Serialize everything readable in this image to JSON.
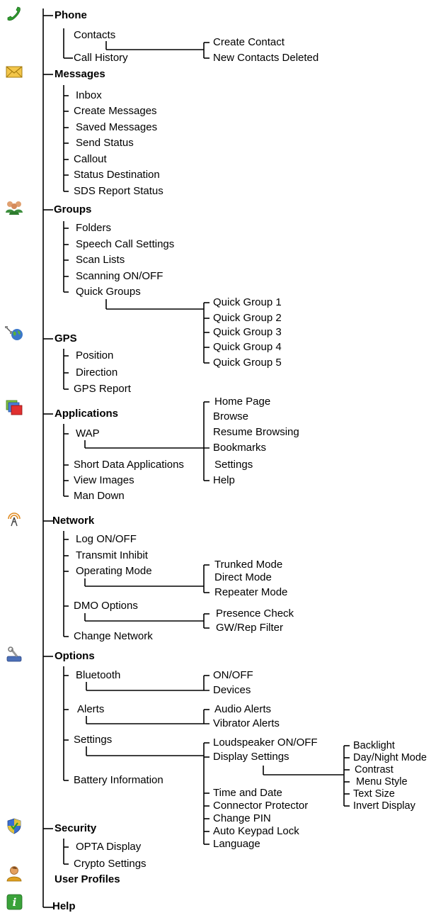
{
  "menu": {
    "phone": {
      "label": "Phone",
      "icon": "phone-icon",
      "contacts": "Contacts",
      "call_history": "Call History",
      "create_contact": "Create Contact",
      "new_contacts_deleted": "New Contacts Deleted"
    },
    "messages": {
      "label": "Messages",
      "icon": "envelope-icon",
      "items": [
        "Inbox",
        "Create Messages",
        "Saved Messages",
        "Send Status",
        "Callout",
        "Status Destination",
        "SDS Report Status"
      ]
    },
    "groups": {
      "label": "Groups",
      "icon": "people-icon",
      "items": [
        "Folders",
        "Speech Call Settings",
        "Scan Lists",
        "Scanning ON/OFF",
        "Quick Groups"
      ],
      "quick_groups": [
        "Quick Group 1",
        "Quick Group 2",
        "Quick Group 3",
        "Quick Group 4",
        "Quick Group 5"
      ]
    },
    "gps": {
      "label": "GPS",
      "icon": "satellite-globe-icon",
      "items": [
        "Position",
        "Direction",
        "GPS Report"
      ]
    },
    "applications": {
      "label": "Applications",
      "icon": "windows-icon",
      "items": [
        "WAP",
        "Short Data Applications",
        "View Images",
        "Man Down"
      ],
      "wap": [
        "Home Page",
        "Browse",
        "Resume Browsing",
        "Bookmarks",
        "Settings",
        "Help"
      ]
    },
    "network": {
      "label": "Network",
      "icon": "antenna-icon",
      "items": [
        "Log ON/OFF",
        "Transmit Inhibit",
        "Operating Mode",
        "DMO Options",
        "Change Network"
      ],
      "operating_mode": [
        "Trunked Mode",
        "Direct Mode",
        "Repeater Mode"
      ],
      "dmo_options": [
        "Presence Check",
        "GW/Rep Filter"
      ]
    },
    "options": {
      "label": "Options",
      "icon": "tools-icon",
      "items": [
        "Bluetooth",
        "Alerts",
        "Settings",
        "Battery Information"
      ],
      "bluetooth": [
        "ON/OFF",
        "Devices"
      ],
      "alerts": [
        "Audio Alerts",
        "Vibrator Alerts"
      ],
      "settings": [
        "Loudspeaker ON/OFF",
        "Display Settings",
        "Time and Date",
        "Connector Protector",
        "Change PIN",
        "Auto Keypad Lock",
        "Language"
      ],
      "display_settings": [
        "Backlight",
        "Day/Night Mode",
        "Contrast",
        "Menu Style",
        "Text Size",
        "Invert Display"
      ]
    },
    "security": {
      "label": "Security",
      "icon": "shield-icon",
      "items": [
        "OPTA Display",
        "Crypto Settings"
      ]
    },
    "user_profiles": {
      "label": "User Profiles",
      "icon": "user-icon"
    },
    "help": {
      "label": "Help",
      "icon": "info-icon"
    }
  }
}
